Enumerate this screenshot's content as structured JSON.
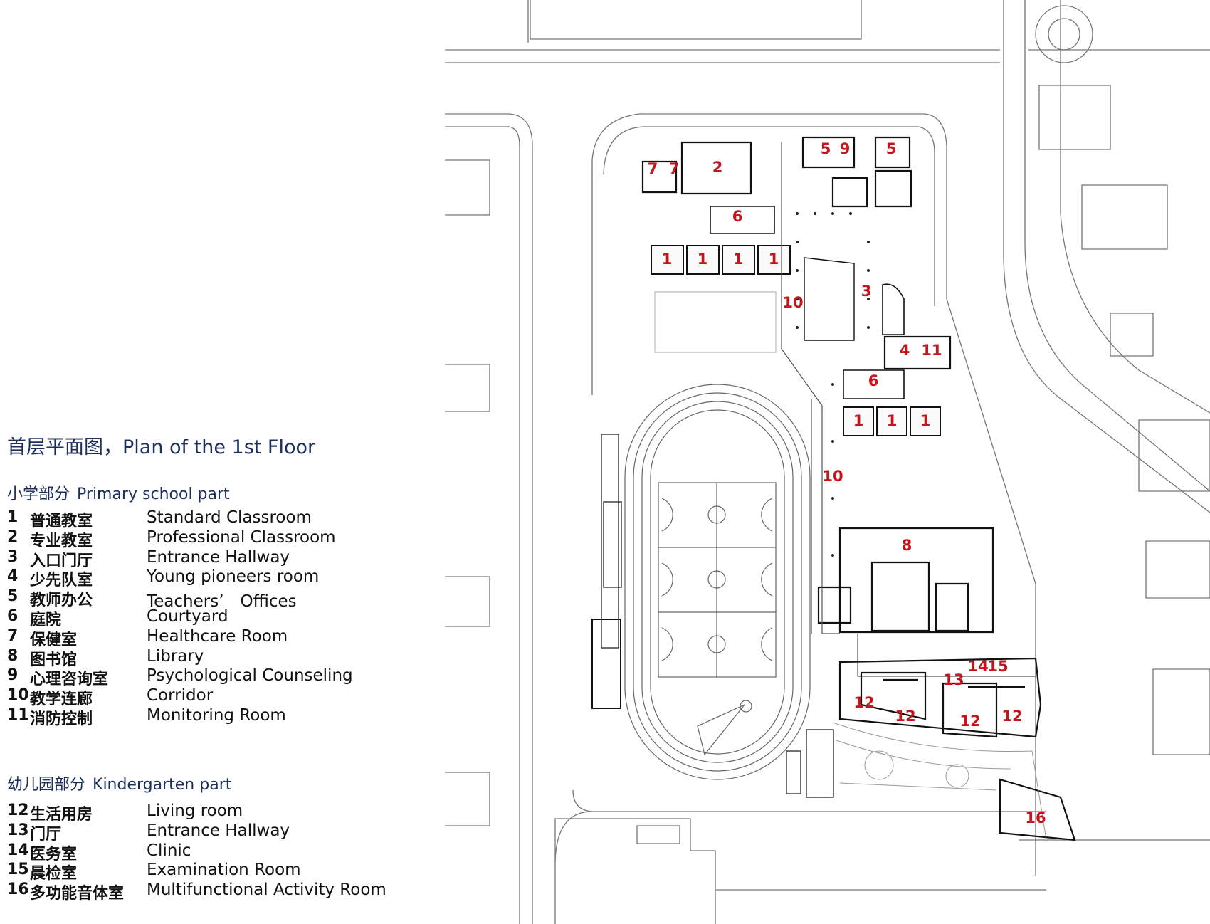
{
  "title": "首层平面图，Plan of the 1st Floor",
  "sections": [
    {
      "cn": "小学部分",
      "en": "Primary school part",
      "items": [
        {
          "num": "1",
          "cn": "普通教室",
          "en": "Standard Classroom"
        },
        {
          "num": "2",
          "cn": "专业教室",
          "en": "Professional Classroom"
        },
        {
          "num": "3",
          "cn": "入口门厅",
          "en": "Entrance Hallway"
        },
        {
          "num": "4",
          "cn": "少先队室",
          "en": "Young pioneers room"
        },
        {
          "num": "5",
          "cn": "教师办公",
          "en": "Teachers’　Offices"
        },
        {
          "num": "6",
          "cn": "庭院",
          "en": "Courtyard"
        },
        {
          "num": "7",
          "cn": "保健室",
          "en": "Healthcare Room"
        },
        {
          "num": "8",
          "cn": "图书馆",
          "en": "Library"
        },
        {
          "num": "9",
          "cn": "心理咨询室",
          "en": "Psychological Counseling"
        },
        {
          "num": "10",
          "cn": "教学连廊",
          "en": "Corridor"
        },
        {
          "num": "11",
          "cn": "消防控制",
          "en": "Monitoring Room"
        }
      ]
    },
    {
      "cn": "幼儿园部分",
      "en": "Kindergarten part",
      "items": [
        {
          "num": "12",
          "cn": "生活用房",
          "en": "Living room"
        },
        {
          "num": "13",
          "cn": "门厅",
          "en": "Entrance Hallway"
        },
        {
          "num": "14",
          "cn": "医务室",
          "en": "Clinic"
        },
        {
          "num": "15",
          "cn": "晨检室",
          "en": "Examination Room"
        },
        {
          "num": "16",
          "cn": "多功能音体室",
          "en": "Multifunctional Activity Room"
        }
      ]
    }
  ],
  "plan_labels": [
    "2",
    "7",
    "7",
    "5",
    "9",
    "5",
    "6",
    "1",
    "1",
    "1",
    "1",
    "3",
    "10",
    "4",
    "11",
    "6",
    "1",
    "1",
    "1",
    "10",
    "8",
    "13",
    "14",
    "15",
    "12",
    "12",
    "12",
    "12",
    "16"
  ],
  "colors": {
    "title": "#1d2f5c",
    "label": "#c4141c",
    "line": "#555555",
    "wall": "#111111"
  }
}
